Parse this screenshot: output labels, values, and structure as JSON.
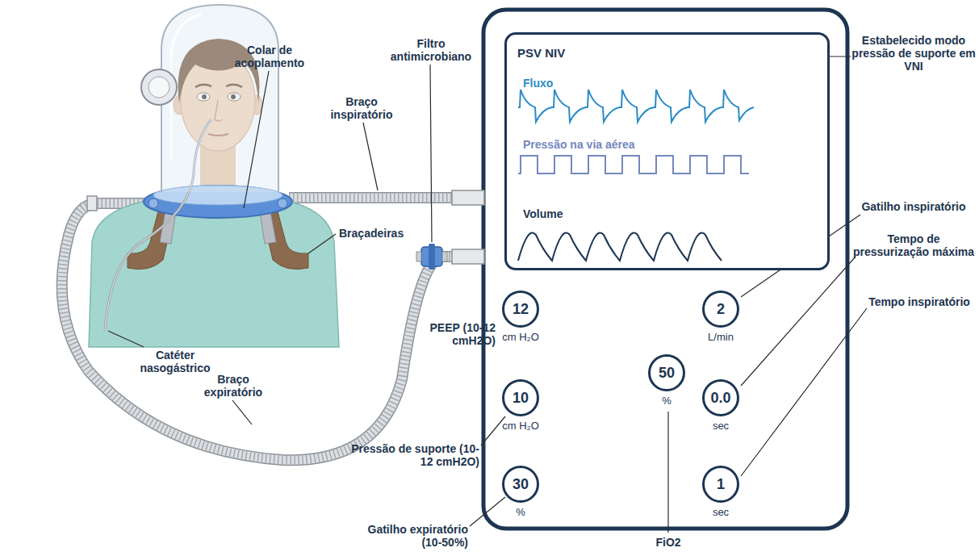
{
  "diagram": {
    "nodes": [
      {
        "text": [
          "PSV NIV",
          "Fluxo",
          "Pressão na via aérea",
          "Volume"
        ]
      },
      {
        "text": [
          "12",
          "cm H₂O"
        ]
      },
      {
        "text": [
          "10",
          "cm H₂O"
        ]
      },
      {
        "text": [
          "30",
          "%"
        ]
      },
      {
        "text": [
          "50",
          "%"
        ]
      },
      {
        "text": [
          "2",
          "L/min"
        ]
      },
      {
        "text": [
          "0.0",
          "sec"
        ]
      },
      {
        "text": [
          "1",
          "sec"
        ]
      }
    ],
    "labels": [
      "Colar de acoplamento",
      "Filtro antimicrobiano",
      "Braço inspiratório",
      "Braçadeiras",
      "Catéter nasogástrico",
      "Braço expiratório",
      "Estabelecido modo pressão de suporte em VNI",
      "Gatilho inspiratório",
      "Tempo de pressurização máxima",
      "Tempo inspiratório",
      "PEEP (10-12 cmH2O)",
      "Pressão de suporte (10-12 cmH2O)",
      "Gatilho expiratório (10-50%)",
      "FiO2"
    ]
  }
}
